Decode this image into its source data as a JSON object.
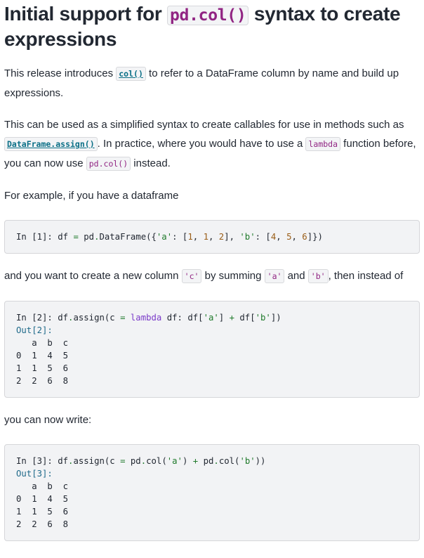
{
  "heading": {
    "before": "Initial support for ",
    "code": "pd.col()",
    "after": " syntax to create expressions"
  },
  "paragraphs": [
    [
      {
        "t": "This release introduces "
      },
      {
        "t": "col()",
        "code": true,
        "link": true
      },
      {
        "t": " to refer to a DataFrame column by name and build up expressions."
      }
    ],
    [
      {
        "t": "This can be used as a simplified syntax to create callables for use in methods such as "
      },
      {
        "t": "DataFrame.assign()",
        "code": true,
        "link": true
      },
      {
        "t": ". In practice, where you would have to use a "
      },
      {
        "t": "lambda",
        "code": true
      },
      {
        "t": " function before, you can now use "
      },
      {
        "t": "pd.col()",
        "code": true
      },
      {
        "t": " instead."
      }
    ],
    [
      {
        "t": "For example, if you have a dataframe"
      }
    ],
    [
      {
        "t": "and you want to create a new column "
      },
      {
        "t": "'c'",
        "code": true
      },
      {
        "t": " by summing "
      },
      {
        "t": "'a'",
        "code": true
      },
      {
        "t": " and "
      },
      {
        "t": "'b'",
        "code": true
      },
      {
        "t": ", then instead of"
      }
    ],
    [
      {
        "t": "you can now write:"
      }
    ]
  ],
  "code_blocks": [
    [
      [
        [
          "In [1]: df ",
          ""
        ],
        [
          "=",
          "op"
        ],
        [
          " pd",
          ""
        ],
        [
          ".",
          "op"
        ],
        [
          "DataFrame({",
          ""
        ],
        [
          "'a'",
          "str"
        ],
        [
          ": [",
          ""
        ],
        [
          "1",
          "num"
        ],
        [
          ", ",
          ""
        ],
        [
          "1",
          "num"
        ],
        [
          ", ",
          ""
        ],
        [
          "2",
          "num"
        ],
        [
          "], ",
          ""
        ],
        [
          "'b'",
          "str"
        ],
        [
          ": [",
          ""
        ],
        [
          "4",
          "num"
        ],
        [
          ", ",
          ""
        ],
        [
          "5",
          "num"
        ],
        [
          ", ",
          ""
        ],
        [
          "6",
          "num"
        ],
        [
          "]})",
          ""
        ]
      ]
    ],
    [
      [
        [
          "In [2]: df",
          ""
        ],
        [
          ".",
          "op"
        ],
        [
          "assign(c ",
          ""
        ],
        [
          "=",
          "op"
        ],
        [
          " ",
          ""
        ],
        [
          "lambda",
          "kw"
        ],
        [
          " df: df[",
          ""
        ],
        [
          "'a'",
          "str"
        ],
        [
          "] ",
          ""
        ],
        [
          "+",
          "op"
        ],
        [
          " df[",
          ""
        ],
        [
          "'b'",
          "str"
        ],
        [
          "])",
          ""
        ]
      ],
      [
        [
          "Out[2]:",
          "out"
        ]
      ],
      [
        [
          "   a  b  c",
          ""
        ]
      ],
      [
        [
          "0  1  4  5",
          ""
        ]
      ],
      [
        [
          "1  1  5  6",
          ""
        ]
      ],
      [
        [
          "2  2  6  8",
          ""
        ]
      ]
    ],
    [
      [
        [
          "In [3]: df",
          ""
        ],
        [
          ".",
          "op"
        ],
        [
          "assign(c ",
          ""
        ],
        [
          "=",
          "op"
        ],
        [
          " pd",
          ""
        ],
        [
          ".",
          "op"
        ],
        [
          "col(",
          ""
        ],
        [
          "'a'",
          "str"
        ],
        [
          ") ",
          ""
        ],
        [
          "+",
          "op"
        ],
        [
          " pd",
          ""
        ],
        [
          ".",
          "op"
        ],
        [
          "col(",
          ""
        ],
        [
          "'b'",
          "str"
        ],
        [
          "))",
          ""
        ]
      ],
      [
        [
          "Out[3]:",
          "out"
        ]
      ],
      [
        [
          "   a  b  c",
          ""
        ]
      ],
      [
        [
          "0  1  4  5",
          ""
        ]
      ],
      [
        [
          "1  1  5  6",
          ""
        ]
      ],
      [
        [
          "2  2  6  8",
          ""
        ]
      ]
    ]
  ]
}
